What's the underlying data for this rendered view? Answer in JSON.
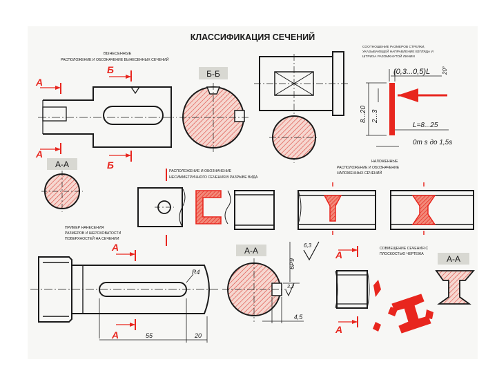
{
  "title": "КЛАССИФИКАЦИЯ СЕЧЕНИЙ",
  "notes": {
    "removed_1": "ВЫНЕСЕННЫЕ",
    "removed_2": "РАСПОЛОЖЕНИЕ И ОБОЗНАЧЕНИЕ ВЫНЕСЕННЫХ СЕЧЕНИЙ",
    "asym_1": "РАСПОЛОЖЕНИЕ И ОБОЗНАЧЕНИЕ",
    "asym_2": "НЕСИММЕТРИЧНОГО СЕЧЕНИЯ В РАЗРЫВЕ ВИДА",
    "overlay_1": "НАЛОЖЕННЫЕ",
    "overlay_2": "РАСПОЛОЖЕНИЕ И ОБОЗНАЧЕНИЕ",
    "overlay_3": "НАЛОЖЕННЫХ СЕЧЕНИЙ",
    "dims_1": "ПРИМЕР НАНЕСЕНИЯ",
    "dims_2": "РАЗМЕРОВ И ШЕРОХОВАТОСТИ",
    "dims_3": "ПОВЕРХНОСТЕЙ НА СЕЧЕНИИ",
    "plane_1": "СОВМЕЩЕНИЕ СЕЧЕНИЯ С",
    "plane_2": "ПЛОСКОСТЬЮ ЧЕРТЕЖА",
    "ratio_1": "СООТНОШЕНИЕ РАЗМЕРОВ СТРЕЛКИ,",
    "ratio_2": "УКАЗЫВАЮЩЕЙ НАПРАВЛЕНИЕ ВЗГЛЯДА И",
    "ratio_3": "ШТРИХА РАЗОМКНУТОЙ ЛИНИИ"
  },
  "labels": {
    "a": "А",
    "b": "Б",
    "bb": "Б-Б",
    "aa": "А-А"
  },
  "dims": {
    "stroke_width": "(0,3...0,5)L",
    "angle": "20°",
    "v1": "8...20",
    "v2": "2...3",
    "length": "L=8...25",
    "thickness": "0m s до 1,5s",
    "radius": "R4",
    "d55": "55",
    "d20": "20",
    "d45": "4,5",
    "roughness": "3,2",
    "tol": "6Р9",
    "v": "6,3"
  }
}
